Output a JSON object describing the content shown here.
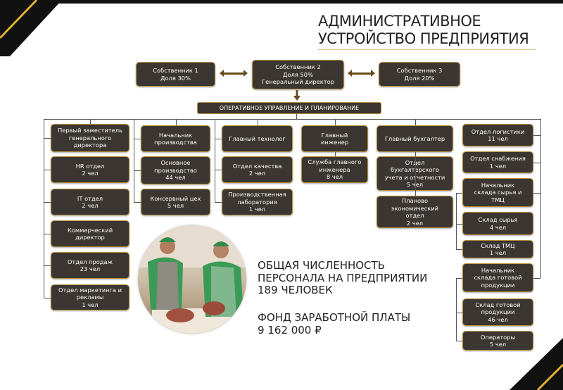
{
  "title": {
    "line1": "АДМИНИСТРАТИВНОЕ",
    "line2": "УСТРОЙСТВО ПРЕДПРИЯТИЯ"
  },
  "owners": [
    {
      "text": "Собственник 1\nДоля 30%"
    },
    {
      "text": "Собственник 2\nДоля 50%\nГенеральный директор"
    },
    {
      "text": "Собственник 3\nДоля 20%"
    }
  ],
  "operations_label": "ОПЕРАТИВНОЕ УПРАВЛЕНИЕ И ПЛАНИРОВАНИЕ",
  "columns": [
    {
      "boxes": [
        "Первый заместитель\nгенерального\nдиректора",
        "HR отдел\n2 чел",
        "IT отдел\n2 чел",
        "Коммерческий\nдиректор",
        "Отдел продаж\n23 чел",
        "Отдел маркетинга и\nрекламы\n1 чел"
      ]
    },
    {
      "boxes": [
        "Начальник\nпроизводства",
        "Основное\nпроизводство\n44 чел",
        "Консервный цех\n5 чел"
      ]
    },
    {
      "boxes": [
        "Главный технолог",
        "Отдел качества\n2 чел",
        "Производственная\nлаборатория\n1 чел"
      ]
    },
    {
      "boxes": [
        "Главный\nинженер",
        "Служба главного\nинженера\n8 чел"
      ]
    },
    {
      "boxes": [
        "Главный бухгалтер",
        "Отдел\nбухгалтерского\nучета и отчетности\n5 чел",
        "Планово\nэкономический\nотдел\n2 чел"
      ]
    },
    {
      "boxes": [
        "Отдел логистики\n11 чел",
        "Отдел снабжения\n1 чел",
        "Начальник\nсклада сырья и\nТМЦ",
        "Склад сырья\n4 чел",
        "Склад ТМЦ\n1 чел",
        "Начальник\nсклада готовой\nпродукции",
        "Склад готовой\nпродукции\n46 чел",
        "Операторы\n5 чел"
      ]
    }
  ],
  "summary": {
    "headcount_line1": "ОБЩАЯ ЧИСЛЕННОСТЬ",
    "headcount_line2": "ПЕРСОНАЛА НА ПРЕДПРИЯТИИ",
    "headcount_value": "189 ЧЕЛОВЕК",
    "payroll_label": "ФОНД ЗАРАБОТНОЙ ПЛАТЫ",
    "payroll_value": "9 162 000 ₽"
  },
  "colors": {
    "box": "#3b3631",
    "border": "#b8923e",
    "corner": "#111111",
    "stripe": "#e0b030"
  }
}
